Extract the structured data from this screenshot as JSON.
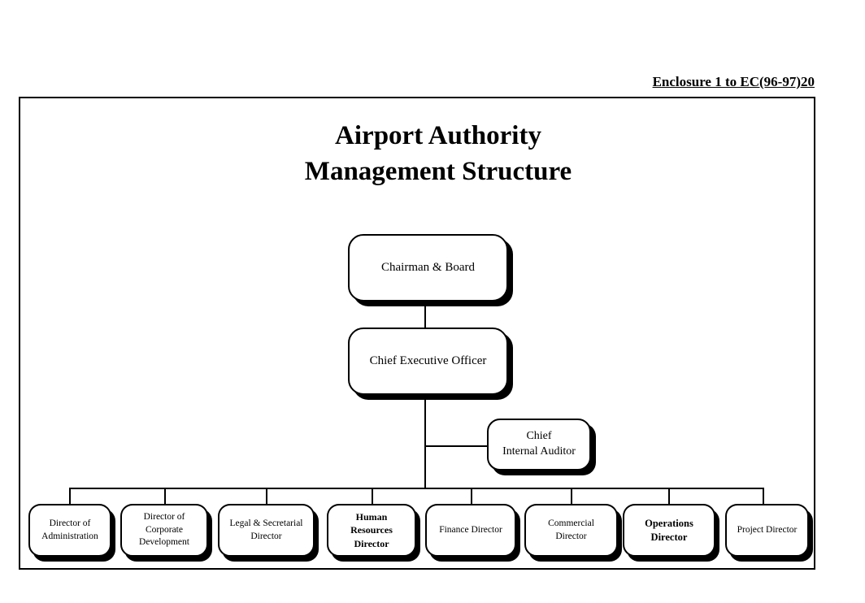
{
  "document": {
    "enclosure_reference": "Enclosure 1 to EC(96-97)20",
    "title_line1": "Airport Authority",
    "title_line2": "Management Structure"
  },
  "colors": {
    "ink": "#000000",
    "paper": "#ffffff"
  },
  "org_chart": {
    "type": "org-chart",
    "nodes": {
      "chairman": {
        "lines": [
          "Chairman & Board"
        ],
        "bold": false,
        "reports_to": null
      },
      "ceo": {
        "lines": [
          "Chief Executive Officer"
        ],
        "bold": false,
        "reports_to": "chairman"
      },
      "auditor": {
        "lines": [
          "Chief",
          "Internal Auditor"
        ],
        "bold": false,
        "reports_to": "ceo"
      },
      "admin": {
        "lines": [
          "Director of",
          "Administration"
        ],
        "bold": false,
        "reports_to": "ceo"
      },
      "corporate": {
        "lines": [
          "Director  of",
          "Corporate",
          "Development"
        ],
        "bold": false,
        "reports_to": "ceo"
      },
      "legal": {
        "lines": [
          "Legal & Secretarial",
          "Director"
        ],
        "bold": false,
        "reports_to": "ceo"
      },
      "hr": {
        "lines": [
          "Human",
          "Resources",
          "Director"
        ],
        "bold": true,
        "reports_to": "ceo"
      },
      "finance": {
        "lines": [
          "Finance Director"
        ],
        "bold": false,
        "reports_to": "ceo"
      },
      "commercial": {
        "lines": [
          "Commercial",
          "Director"
        ],
        "bold": false,
        "reports_to": "ceo"
      },
      "operations": {
        "lines": [
          "Operations",
          "Director"
        ],
        "bold": true,
        "reports_to": "ceo"
      },
      "project": {
        "lines": [
          "Project Director"
        ],
        "bold": false,
        "reports_to": "ceo"
      }
    }
  }
}
